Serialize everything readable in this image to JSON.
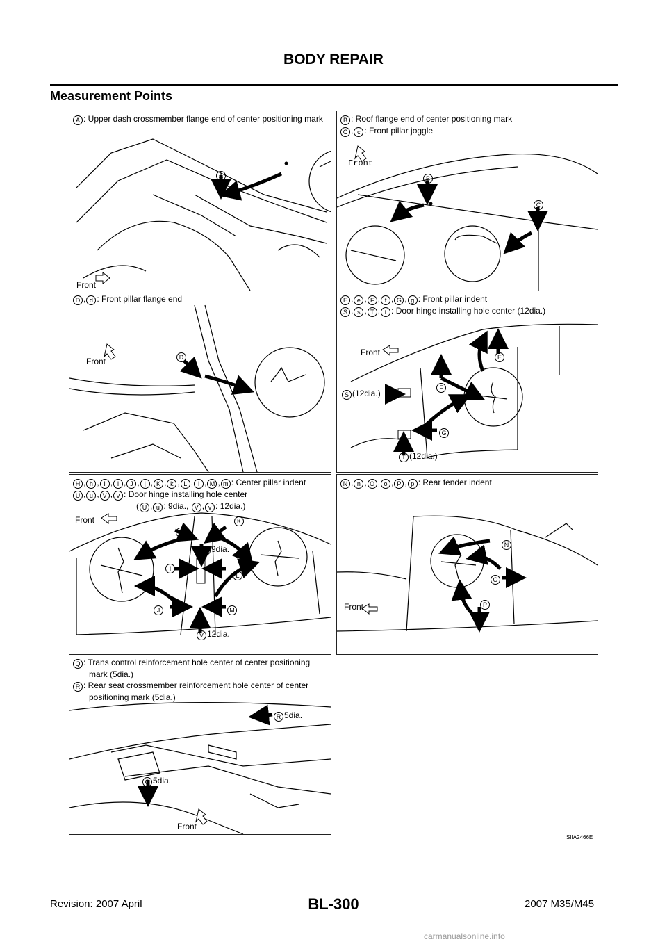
{
  "header": {
    "title": "BODY REPAIR",
    "section": "Measurement Points"
  },
  "panels": [
    {
      "legend": [
        ": Upper dash crossmember flange end of center positioning mark"
      ],
      "front": "Front",
      "markers": [
        "A"
      ]
    },
    {
      "legend": [
        ": Roof flange end of center positioning mark",
        ": Front pillar joggle"
      ],
      "front": "Front",
      "markers": [
        "B",
        "C"
      ]
    },
    {
      "legend": [
        ": Front pillar flange end"
      ],
      "front": "Front",
      "markers": [
        "D"
      ]
    },
    {
      "legend": [
        ": Front pillar indent",
        ": Door hinge installing hole center (12dia.)"
      ],
      "front": "Front",
      "markers": [
        "E",
        "F",
        "G"
      ],
      "dims": [
        "(12dia.)",
        "(12dia.)"
      ]
    },
    {
      "legend": [
        ": Center pillar indent",
        ": Door hinge installing hole center",
        ": 9dia., ",
        ": 12dia.)"
      ],
      "front": "Front",
      "markers": [
        "H",
        "K",
        "I",
        "L",
        "J",
        "M"
      ],
      "dims": [
        "9dia.",
        "12dia."
      ]
    },
    {
      "legend": [
        ": Rear fender indent"
      ],
      "front": "Front",
      "markers": [
        "N",
        "O",
        "P"
      ]
    },
    {
      "legend": [
        ": Trans control reinforcement hole center of center positioning",
        "mark (5dia.)",
        ": Rear seat crossmember reinforcement hole center of center",
        "positioning mark (5dia.)"
      ],
      "front": "Front",
      "dims": [
        "5dia.",
        "5dia."
      ]
    }
  ],
  "diagram_code": "SIIA2466E",
  "footer": {
    "page": "BL-300",
    "revision": "Revision: 2007 April",
    "model": "2007 M35/M45",
    "watermark": "carmanualsonline.info"
  }
}
